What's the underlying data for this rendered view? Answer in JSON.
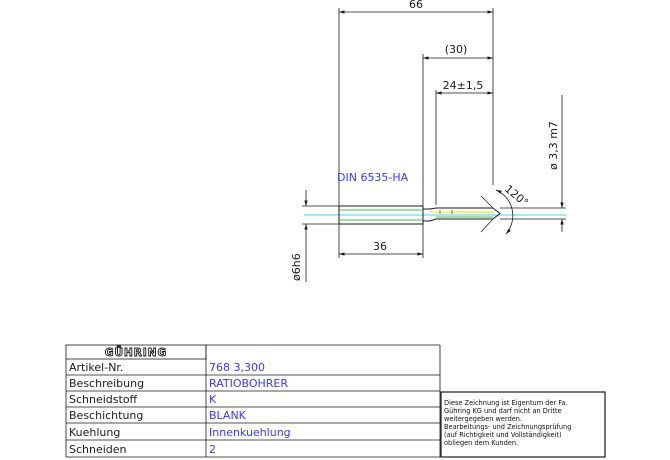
{
  "dimensions": {
    "overall_length": "66",
    "ref_length": "(30)",
    "flute_length": "24±1,5",
    "shank_length": "36",
    "shank_dia": "ø6h6",
    "drill_dia": "ø 3,3 m7",
    "point_angle": "120°"
  },
  "standard_label": "DIN 6535-HA",
  "title_block": {
    "logo": "GÜHRING",
    "rows": [
      {
        "label": "Artikel-Nr.",
        "value": "768 3,300"
      },
      {
        "label": "Beschreibung",
        "value": "RATIOBOHRER"
      },
      {
        "label": "Schneidstoff",
        "value": "K"
      },
      {
        "label": "Beschichtung",
        "value": "BLANK"
      },
      {
        "label": "Kuehlung",
        "value": "Innenkuehlung"
      },
      {
        "label": "Schneiden",
        "value": "2"
      }
    ],
    "note_lines": [
      "Diese Zeichnung ist Eigentum der Fa.",
      "Gühring KG und darf nicht an Dritte",
      "weitergegeben werden.",
      "Bearbeitungs- und Zeichnungsprüfung",
      "(auf Richtigkeit und Vollständigkeit)",
      "obliegen dem Kunden."
    ]
  },
  "colors": {
    "line": "#1a1a1a",
    "text_blue": "#3a3aff",
    "axis_cyan": "#00c8ff",
    "flute_yellow": "#e8e800",
    "shank_green": "#18a018"
  }
}
